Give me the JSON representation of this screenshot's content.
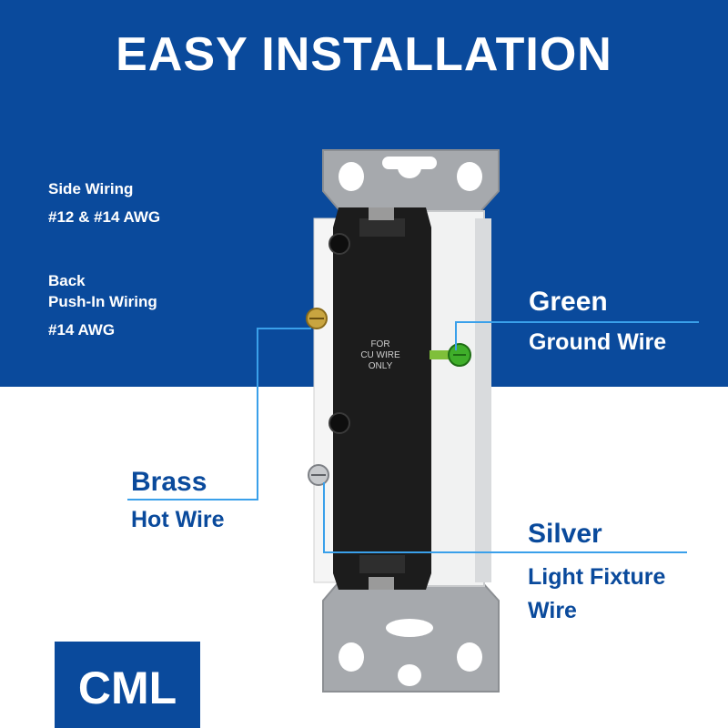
{
  "title": "EASY INSTALLATION",
  "specs": {
    "side_wiring": "Side Wiring",
    "side_wiring_awg": "#12 & #14 AWG",
    "back_line1": "Back",
    "back_line2": "Push-In Wiring",
    "back_awg": "#14 AWG"
  },
  "callouts": {
    "green": "Green",
    "ground_wire": "Ground Wire",
    "brass": "Brass",
    "hot_wire": "Hot Wire",
    "silver": "Silver",
    "light_fixture": "Light Fixture",
    "wire": "Wire"
  },
  "device_text": {
    "for_cu_line1": "FOR",
    "for_cu_line2": "CU WIRE",
    "for_cu_line3": "ONLY"
  },
  "brand": "CML",
  "colors": {
    "blue": "#0a4a9c",
    "leader": "#3aa0ea",
    "white": "#ffffff"
  }
}
